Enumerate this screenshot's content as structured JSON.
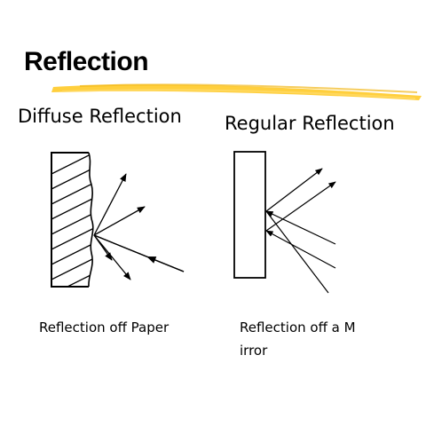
{
  "slide": {
    "title": "Reflection",
    "highlight_color": "#FFCC33"
  },
  "diffuse": {
    "heading": "Diffuse Reflection",
    "caption": "Reflection off Paper"
  },
  "regular": {
    "heading": "Regular Reflection",
    "caption": "Reflection off a M irror"
  }
}
